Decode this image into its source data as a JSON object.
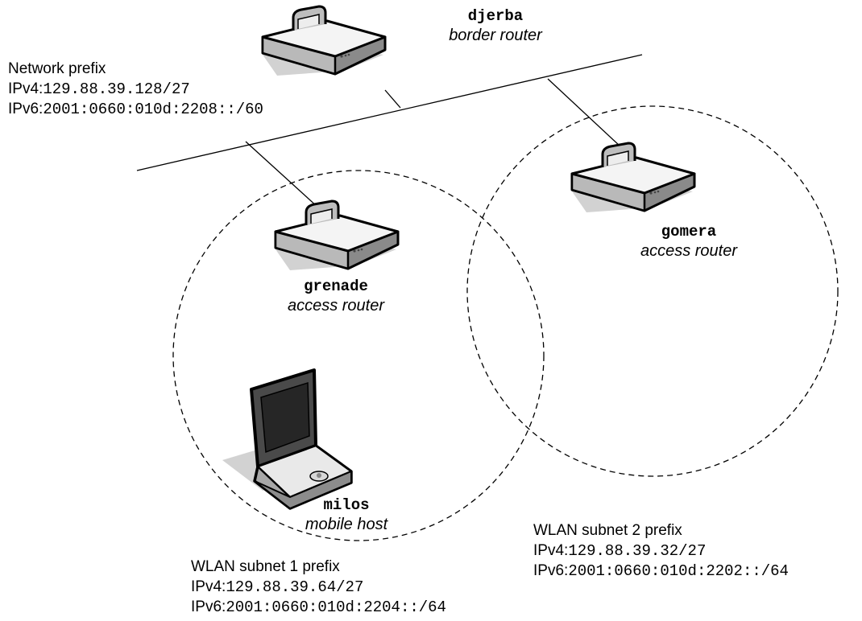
{
  "network_prefix": {
    "title": "Network prefix",
    "ipv4_label": "IPv4:",
    "ipv4": "129.88.39.128/27",
    "ipv6_label": "IPv6:",
    "ipv6": "2001:0660:010d:2208::/60"
  },
  "nodes": {
    "djerba": {
      "name": "djerba",
      "role": "border router",
      "icon": "router-icon"
    },
    "gomera": {
      "name": "gomera",
      "role": "access router",
      "icon": "router-icon"
    },
    "grenade": {
      "name": "grenade",
      "role": "access router",
      "icon": "router-icon"
    },
    "milos": {
      "name": "milos",
      "role": "mobile host",
      "icon": "laptop-icon"
    }
  },
  "wlan1": {
    "title": "WLAN subnet 1 prefix",
    "ipv4_label": "IPv4:",
    "ipv4": "129.88.39.64/27",
    "ipv6_label": "IPv6:",
    "ipv6": "2001:0660:010d:2204::/64"
  },
  "wlan2": {
    "title": "WLAN subnet 2 prefix",
    "ipv4_label": "IPv4:",
    "ipv4": "129.88.39.32/27",
    "ipv6_label": "IPv6:",
    "ipv6": "2001:0660:010d:2202::/64"
  }
}
